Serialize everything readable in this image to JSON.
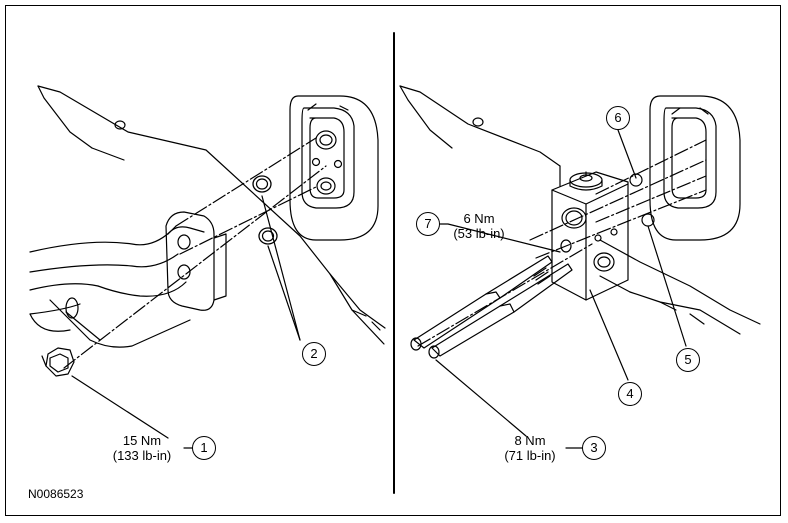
{
  "figure_id": "N0086523",
  "left_panel": {
    "callouts": [
      "1",
      "2"
    ],
    "torque_1": {
      "value": "15 Nm",
      "alt": "(133 lb-in)"
    }
  },
  "right_panel": {
    "callouts": [
      "3",
      "4",
      "5",
      "6",
      "7"
    ],
    "torque_3": {
      "value": "8 Nm",
      "alt": "(71 lb-in)"
    },
    "torque_7": {
      "value": "6 Nm",
      "alt": "(53 lb-in)"
    }
  }
}
